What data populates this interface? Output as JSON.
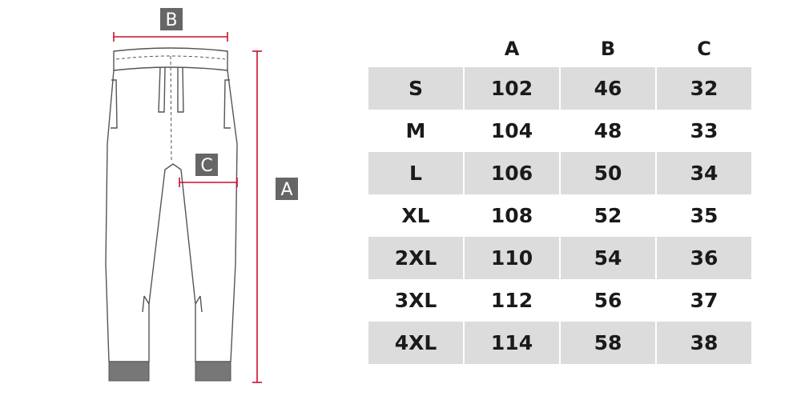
{
  "labels": {
    "a": "A",
    "b": "B",
    "c": "C"
  },
  "table": {
    "columns": [
      "",
      "A",
      "B",
      "C"
    ],
    "rows": [
      {
        "size": "S",
        "a": "102",
        "b": "46",
        "c": "32"
      },
      {
        "size": "M",
        "a": "104",
        "b": "48",
        "c": "33"
      },
      {
        "size": "L",
        "a": "106",
        "b": "50",
        "c": "34"
      },
      {
        "size": "XL",
        "a": "108",
        "b": "52",
        "c": "35"
      },
      {
        "size": "2XL",
        "a": "110",
        "b": "54",
        "c": "36"
      },
      {
        "size": "3XL",
        "a": "112",
        "b": "56",
        "c": "37"
      },
      {
        "size": "4XL",
        "a": "114",
        "b": "58",
        "c": "38"
      }
    ]
  },
  "colors": {
    "measure": "#c8102e",
    "badge": "#666666",
    "shade": "#dcdcdc",
    "outline": "#555555"
  }
}
